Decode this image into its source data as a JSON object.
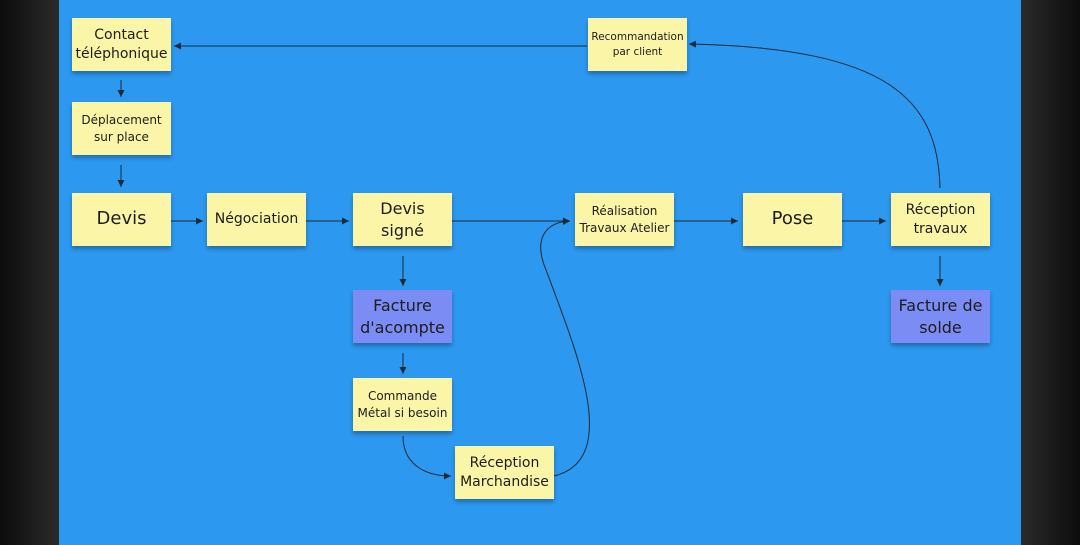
{
  "colors": {
    "board": "#2c98ef",
    "sticky_yellow": "#fbf5a8",
    "sticky_violet": "#7b8df5",
    "connector": "#1f2a38"
  },
  "notes": {
    "contact": "Contact\ntéléphonique",
    "deplacement": "Déplacement\nsur place",
    "devis": "Devis",
    "negociation": "Négociation",
    "devis_signe": "Devis signé",
    "facture_acompte": "Facture\nd'acompte",
    "commande": "Commande\nMétal si besoin",
    "reception_marchandise": "Réception\nMarchandise",
    "realisation": "Réalisation\nTravaux Atelier",
    "pose": "Pose",
    "reception_travaux": "Réception\ntravaux",
    "facture_solde": "Facture de\nsolde",
    "recommandation": "Recommandation\npar client"
  }
}
